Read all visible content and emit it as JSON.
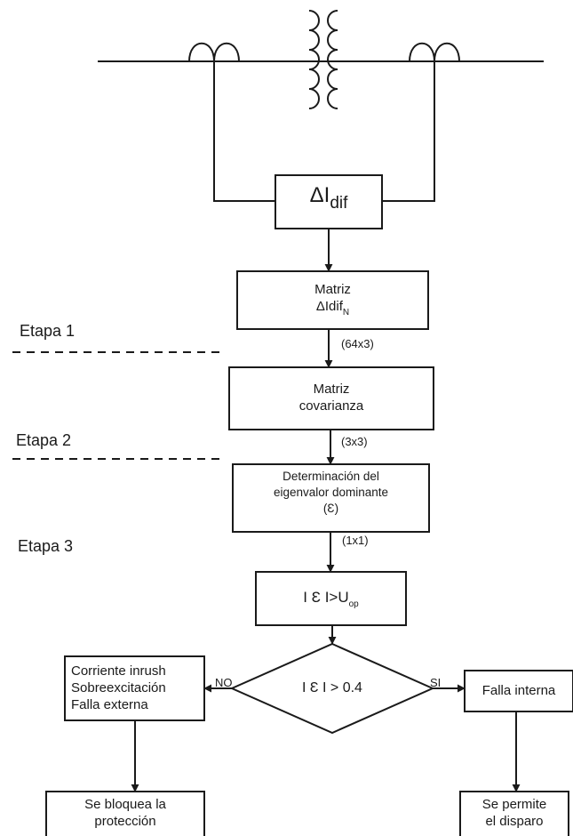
{
  "delta_idif": {
    "base": "ΔI",
    "sub": "dif"
  },
  "matriz_idif": {
    "line1": "Matriz",
    "line2_base": "ΔIdif",
    "line2_sub": "N"
  },
  "matriz_cov": {
    "line1": "Matriz",
    "line2": "covarianza"
  },
  "eigen": {
    "line1": "Determinación del",
    "line2": "eigenvalor dominante",
    "line3": "(Ɛ)"
  },
  "uop": {
    "pre": "I Ɛ I>U",
    "sub": "op"
  },
  "decision": "I Ɛ I > 0.4",
  "left_box": [
    "Corriente inrush",
    "Sobreexcitación",
    "Falla externa"
  ],
  "right_box": "Falla interna",
  "block_box": [
    "Se bloquea la",
    "protección"
  ],
  "trip_box": [
    "Se permite",
    "el disparo"
  ],
  "branch_no": "NO",
  "branch_si": "SI",
  "stages": [
    "Etapa 1",
    "Etapa 2",
    "Etapa 3"
  ],
  "dims": [
    "(64x3)",
    "(3x3)",
    "(1x1)"
  ]
}
